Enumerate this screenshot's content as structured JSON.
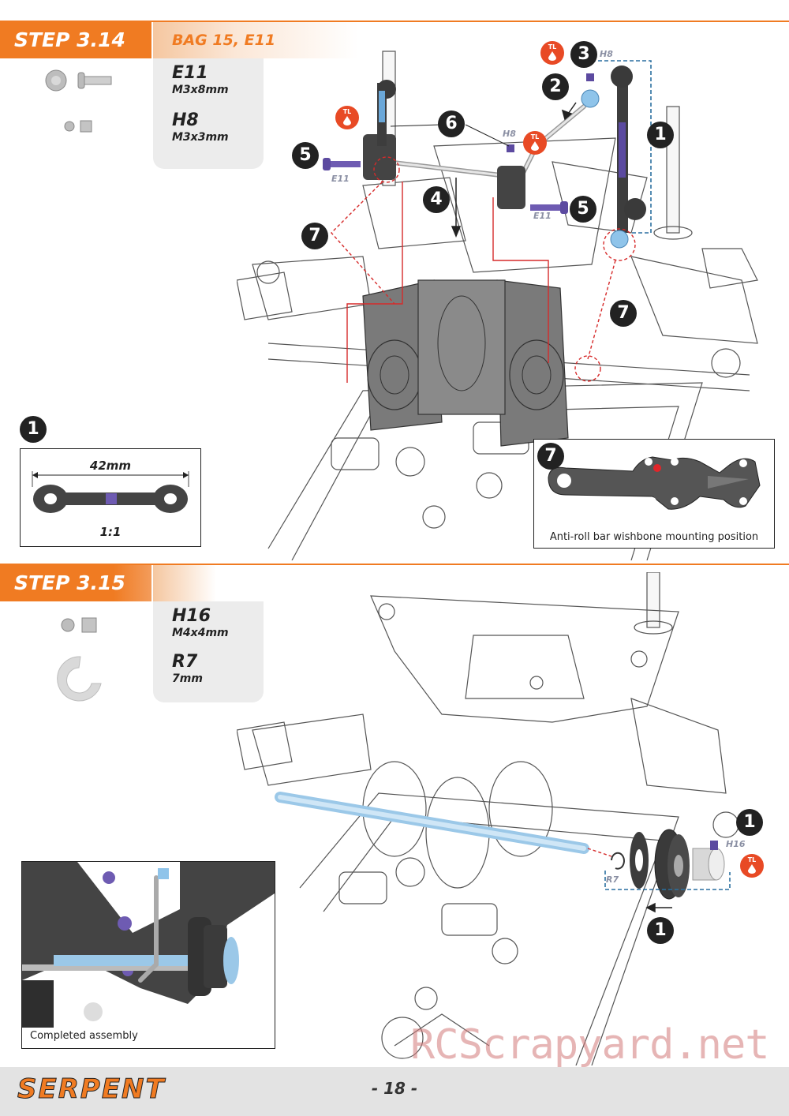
{
  "step1": {
    "title": "STEP 3.14",
    "bag": "BAG 15, E11",
    "parts": [
      {
        "code": "E11",
        "size": "M3x8mm"
      },
      {
        "code": "H8",
        "size": "M3x3mm"
      }
    ],
    "callouts": [
      "1",
      "2",
      "3",
      "4",
      "5",
      "5",
      "6",
      "7",
      "7",
      "7"
    ],
    "labels": {
      "e11_left": "E11",
      "e11_right": "E11",
      "h8_top": "H8",
      "h8_mid": "H8"
    },
    "inset_link": {
      "number": "1",
      "length": "42mm",
      "scale": "1:1"
    },
    "inset_wishbone": {
      "number": "7",
      "caption": "Anti-roll bar wishbone mounting position"
    }
  },
  "step2": {
    "title": "STEP 3.15",
    "parts": [
      {
        "code": "H16",
        "size": "M4x4mm"
      },
      {
        "code": "R7",
        "size": "7mm"
      }
    ],
    "callouts": [
      "1",
      "1"
    ],
    "labels": {
      "h16": "H16",
      "r7": "R7"
    },
    "inset_caption": "Completed assembly"
  },
  "tl_label": "TL",
  "footer": {
    "brand": "SERPENT",
    "page": "- 18 -"
  },
  "watermark": "RCScrapyard.net",
  "colors": {
    "accent": "#f07b22",
    "callout": "#222222",
    "threadlock": "#e84a25",
    "guide_red": "#d62a2a",
    "guide_blue": "#2a6fa0"
  }
}
